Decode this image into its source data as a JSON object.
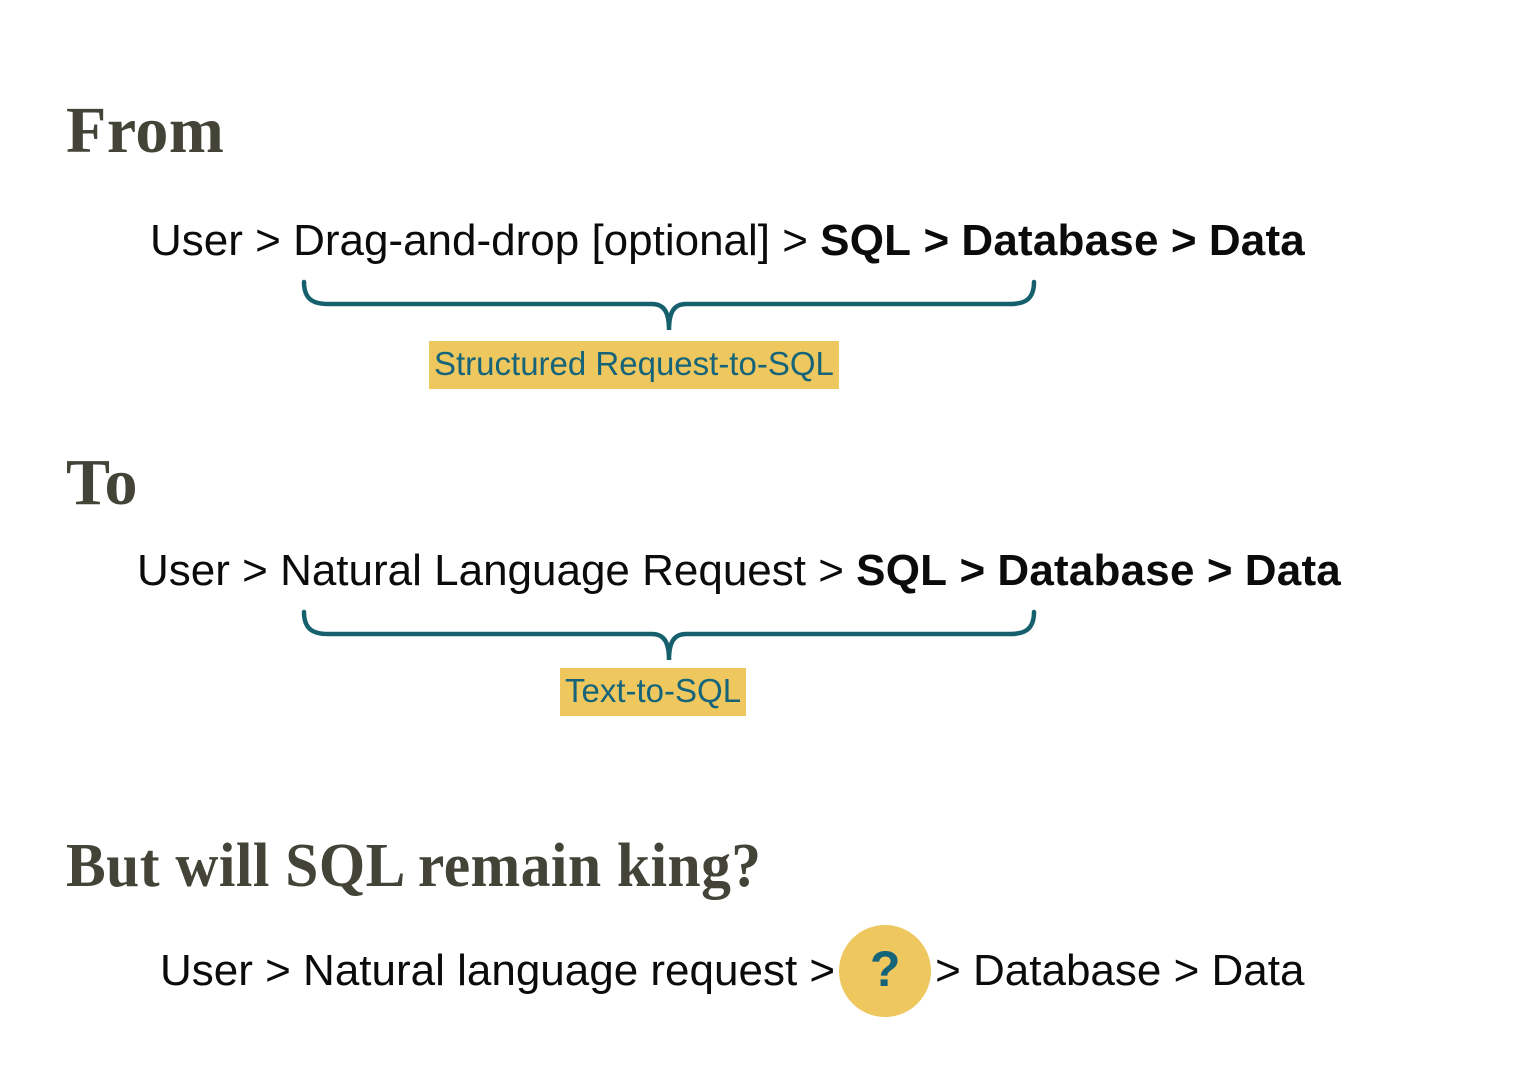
{
  "page": {
    "background_color": "#ffffff",
    "heading_color": "#434338",
    "body_text_color": "#0b0b0b",
    "accent_gold": "#efc75f",
    "accent_teal": "#16647a",
    "brace_color": "#16606e"
  },
  "sections": {
    "from": {
      "heading": "From",
      "flow": {
        "parts": [
          {
            "text": "User",
            "bold": false
          },
          {
            "text": " > ",
            "bold": false
          },
          {
            "text": "Drag-and-drop [optional]",
            "bold": false
          },
          {
            "text": " > ",
            "bold": false
          },
          {
            "text": "SQL",
            "bold": true
          },
          {
            "text": " > ",
            "bold": true
          },
          {
            "text": "Database",
            "bold": true
          },
          {
            "text": " > ",
            "bold": true
          },
          {
            "text": "Data",
            "bold": true
          }
        ]
      },
      "brace_label": "Structured Request-to-SQL"
    },
    "to": {
      "heading": "To",
      "flow": {
        "parts": [
          {
            "text": "User",
            "bold": false
          },
          {
            "text": " > ",
            "bold": false
          },
          {
            "text": "Natural Language Request",
            "bold": false
          },
          {
            "text": " > ",
            "bold": false
          },
          {
            "text": "SQL",
            "bold": true
          },
          {
            "text": " > ",
            "bold": true
          },
          {
            "text": "Database",
            "bold": true
          },
          {
            "text": " > ",
            "bold": true
          },
          {
            "text": "Data",
            "bold": true
          }
        ]
      },
      "brace_label": "Text-to-SQL"
    },
    "question": {
      "heading": "But will SQL remain king?",
      "flow": {
        "prefix": "User > Natural language request >",
        "badge_glyph": "?",
        "suffix": "> Database > Data"
      }
    }
  }
}
